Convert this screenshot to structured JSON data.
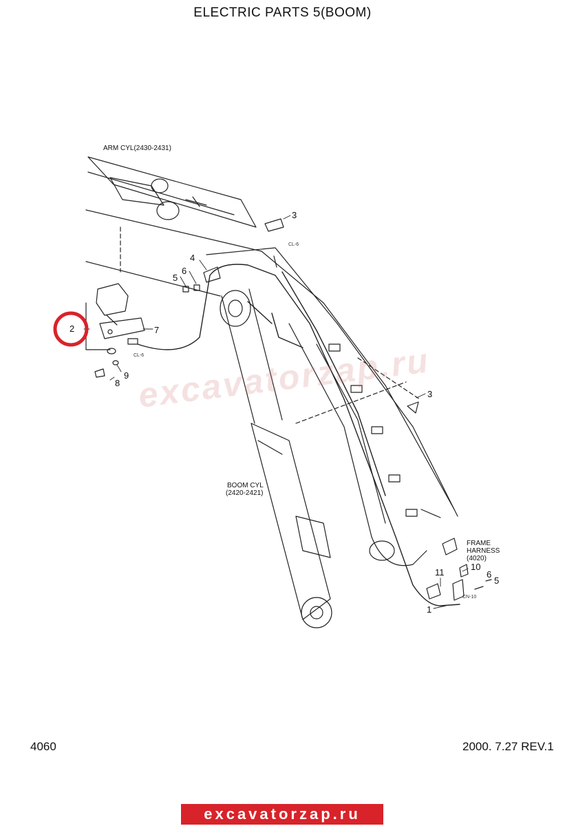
{
  "title": "ELECTRIC PARTS 5(BOOM)",
  "labels": {
    "arm_cyl": "ARM CYL(2430-2431)",
    "boom_cyl_1": "BOOM CYL",
    "boom_cyl_2": "(2420-2421)",
    "frame_1": "FRAME",
    "frame_2": "HARNESS",
    "frame_3": "(4020)",
    "cl6": "CL-6",
    "cn10": "CN-10"
  },
  "callouts": {
    "c1": "1",
    "c2": "2",
    "c3": "3",
    "c4": "4",
    "c5": "5",
    "c6": "6",
    "c7": "7",
    "c8": "8",
    "c9": "9",
    "c10": "10",
    "c11": "11"
  },
  "watermark": "excavatorzap.ru",
  "footer": {
    "page_number": "4060",
    "revision": "2000. 7.27 REV.1",
    "banner": "excavatorzap.ru"
  },
  "colors": {
    "highlight_circle": "#d8232a",
    "banner_bg": "#d8232a"
  }
}
